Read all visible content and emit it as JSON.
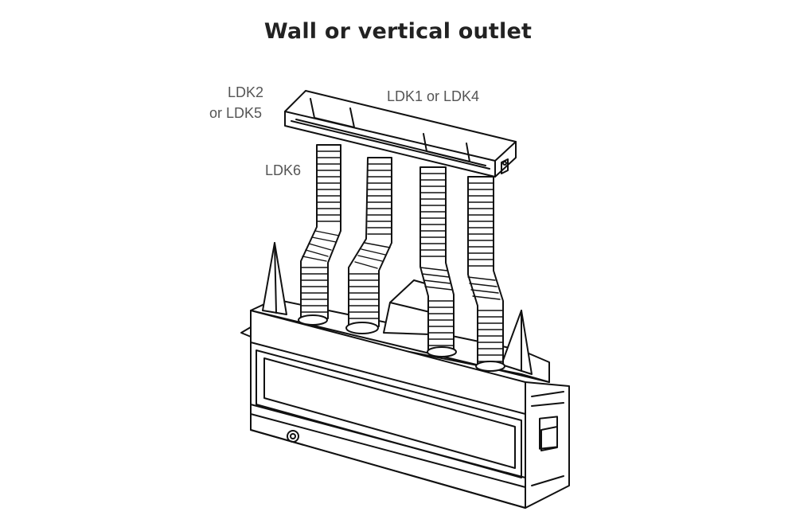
{
  "title": "Wall or vertical outlet",
  "labels": {
    "ldk2_line1": "LDK2",
    "ldk2_line2": "or LDK5",
    "ldk1_ldk4": "LDK1 or LDK4",
    "ldk6": "LDK6"
  },
  "colors": {
    "line": "#111111",
    "label": "#555555"
  }
}
